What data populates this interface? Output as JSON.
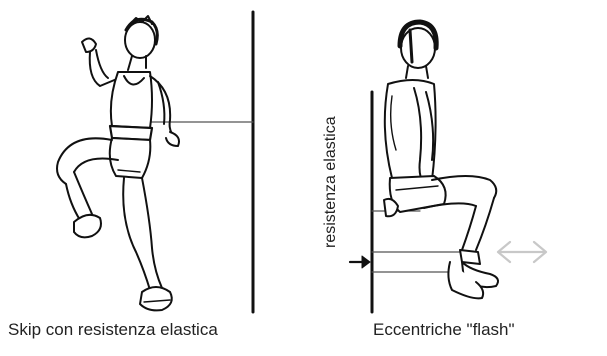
{
  "figures": [
    {
      "caption": "Skip con resistenza elastica",
      "icon": "skipping-athlete-icon"
    },
    {
      "caption": "Eccentriche \"flash\"",
      "icon": "seated-athlete-icon"
    }
  ],
  "side_label": "resistenza elastica",
  "colors": {
    "ink": "#111111",
    "arrow_light": "#c8c8c8",
    "text": "#222222"
  }
}
